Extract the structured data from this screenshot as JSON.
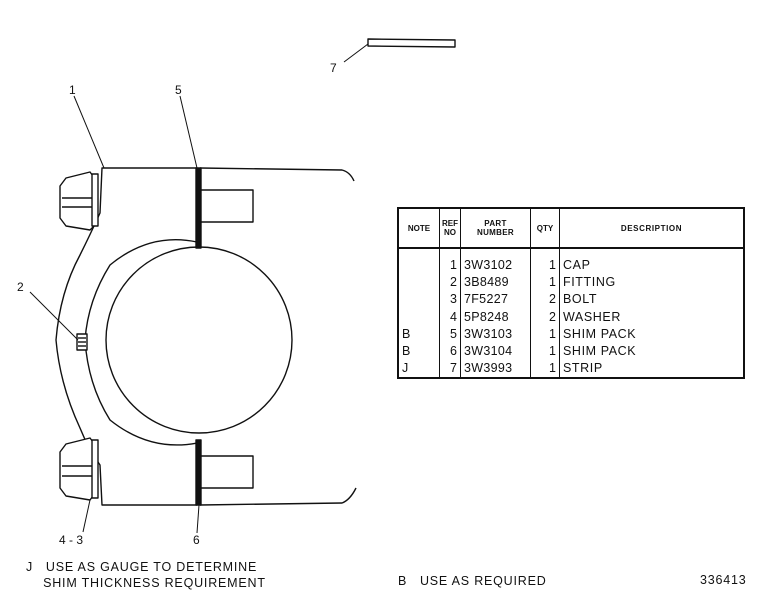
{
  "callouts": {
    "c1": "1",
    "c2": "2",
    "c5": "5",
    "c6": "6",
    "c7": "7",
    "c43": "4 - 3"
  },
  "table": {
    "headers": {
      "note": "NOTE",
      "ref_no": [
        "REF",
        "NO"
      ],
      "part_number": [
        "PART",
        "NUMBER"
      ],
      "qty": "QTY",
      "description": "DESCRIPTION"
    },
    "rows": [
      {
        "note": "",
        "ref": "1",
        "part": "3W3102",
        "qty": "1",
        "desc": "CAP"
      },
      {
        "note": "",
        "ref": "2",
        "part": "3B8489",
        "qty": "1",
        "desc": "FITTING"
      },
      {
        "note": "",
        "ref": "3",
        "part": "7F5227",
        "qty": "2",
        "desc": "BOLT"
      },
      {
        "note": "",
        "ref": "4",
        "part": "5P8248",
        "qty": "2",
        "desc": "WASHER"
      },
      {
        "note": "B",
        "ref": "5",
        "part": "3W3103",
        "qty": "1",
        "desc": "SHIM  PACK"
      },
      {
        "note": "B",
        "ref": "6",
        "part": "3W3104",
        "qty": "1",
        "desc": "SHIM  PACK"
      },
      {
        "note": "J",
        "ref": "7",
        "part": "3W3993",
        "qty": "1",
        "desc": "STRIP"
      }
    ]
  },
  "notes": {
    "j_line1": "J   USE AS GAUGE TO DETERMINE",
    "j_line2": "    SHIM THICKNESS REQUIREMENT",
    "b": "B   USE AS REQUIRED",
    "figure_number": "336413"
  }
}
